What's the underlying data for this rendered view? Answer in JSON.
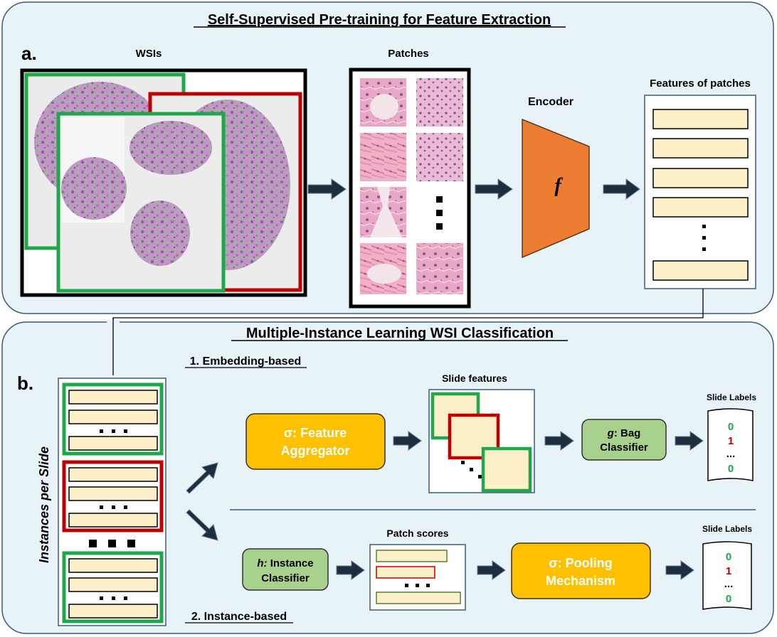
{
  "panel_a": {
    "title": "Self-Supervised Pre-training for Feature Extraction",
    "letter": "a.",
    "wsis_label": "WSIs",
    "patches_label": "Patches",
    "encoder_label": "Encoder",
    "encoder_symbol": "f",
    "features_label": "Features of patches",
    "colors": {
      "panel_bg": "#e8f3f8",
      "panel_border": "#3d5a7a",
      "encoder": "#ed7d31",
      "feature_fill": "#fdefc8",
      "green": "#1ea84a",
      "red": "#c00000"
    }
  },
  "panel_b": {
    "title": "Multiple-Instance Learning WSI Classification",
    "letter": "b.",
    "instances_label": "Instances per Slide",
    "embedding_heading": "1. Embedding-based",
    "instance_heading": "2. Instance-based",
    "feature_aggregator": {
      "symbol": "σ:",
      "line1": " Feature",
      "line2": "Aggregator"
    },
    "slide_features_label": "Slide features",
    "bag_classifier": {
      "symbol": "g",
      "line1": ": Bag",
      "line2": "Classifier"
    },
    "slide_labels_top": {
      "title": "Slide Labels",
      "v1": "0",
      "v2": "1",
      "dots": "...",
      "v3": "0"
    },
    "instance_classifier": {
      "symbol": "h:",
      "line1": " Instance",
      "line2": "Classifier"
    },
    "patch_scores_label": "Patch scores",
    "pooling": {
      "symbol": "σ:",
      "line1": " Pooling",
      "line2": "Mechanism"
    },
    "slide_labels_bottom": {
      "title": "Slide Labels",
      "v1": "0",
      "v2": "1",
      "dots": "...",
      "v3": "0"
    },
    "colors": {
      "orange_box": "#ffc000",
      "green_box": "#a9d18e",
      "green_text": "#1ea84a",
      "red_text": "#c00000"
    }
  }
}
